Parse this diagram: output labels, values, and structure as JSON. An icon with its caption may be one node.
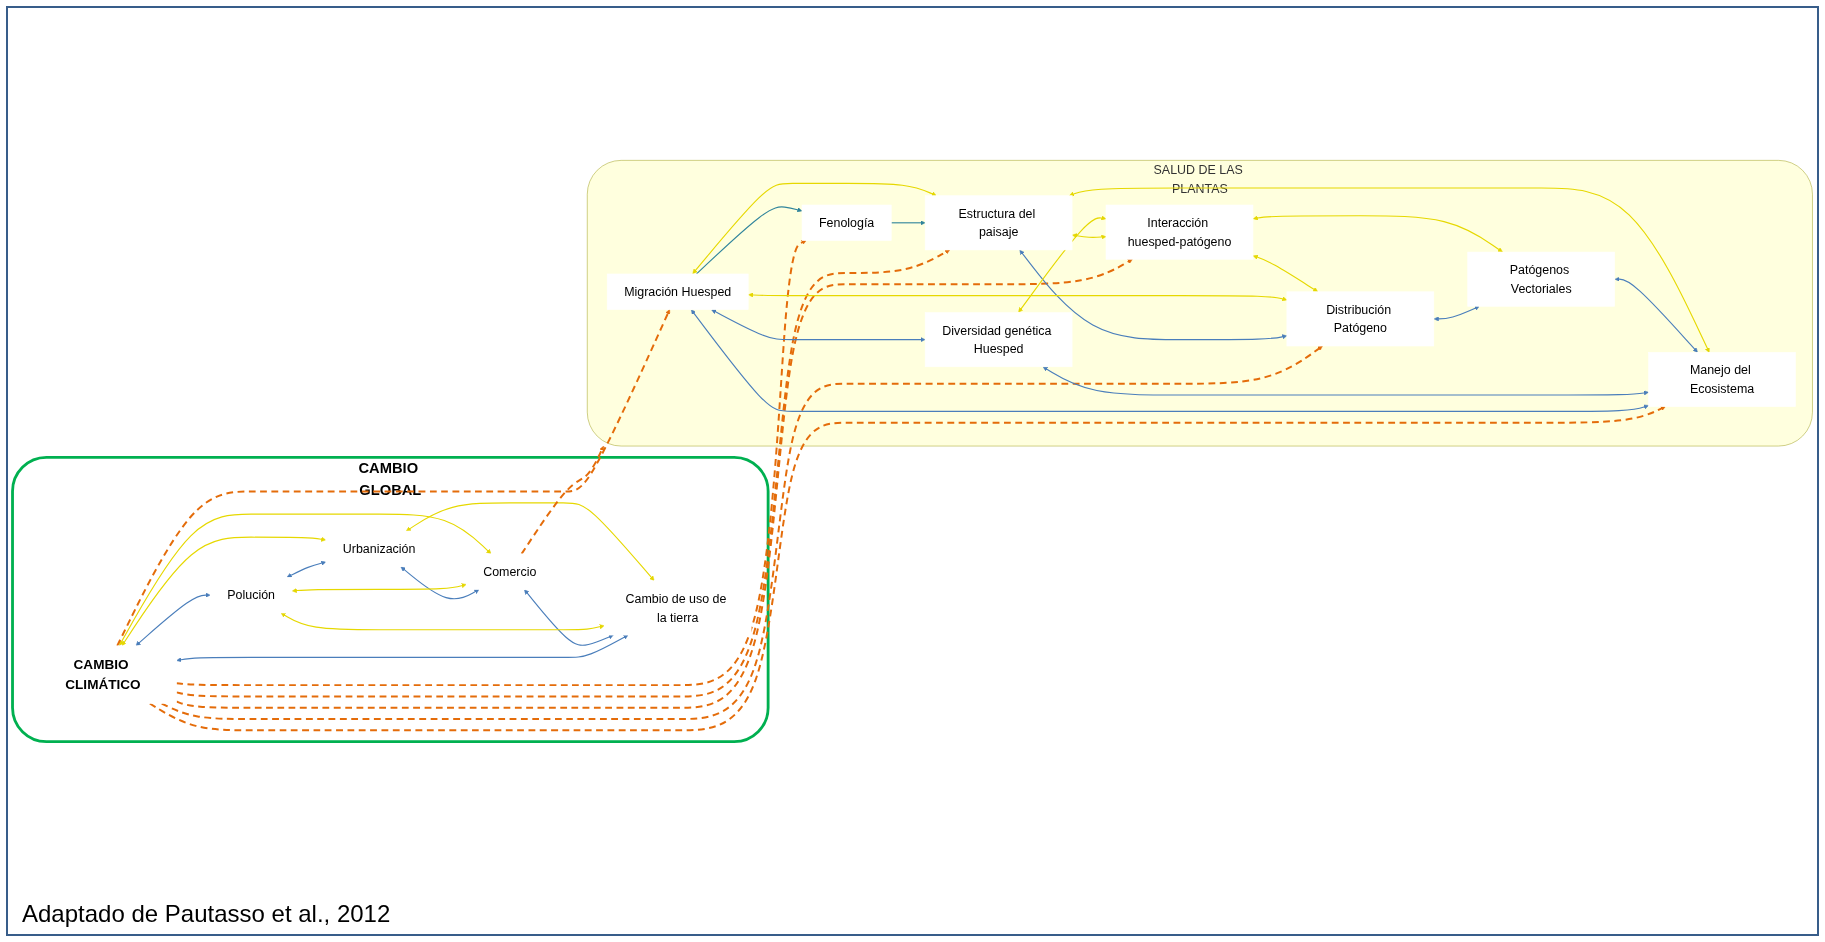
{
  "diagram": {
    "caption": "Adaptado de Pautasso et al., 2012",
    "nodes": [
      {
        "text": [
          "CAMBIO GLOBAL"
        ]
      },
      {
        "text": [
          "CAMBIO CLIMÁTICO"
        ],
        "in": 0
      },
      {
        "text": [
          "Polución"
        ],
        "in": 0
      },
      {
        "text": [
          "Cambio de uso de la tierra"
        ],
        "in": 0
      },
      {
        "text": [
          "Urbanización"
        ],
        "in": 0
      },
      {
        "text": [
          "Comercio"
        ],
        "in": 0
      },
      {
        "text": [
          "SALUD DE LAS PLANTAS"
        ]
      },
      {
        "text": [
          "Migración Huesped"
        ],
        "in": 6
      },
      {
        "text": [
          "Fenología"
        ],
        "in": 6
      },
      {
        "text": [
          "Diversidad genética Huesped"
        ],
        "in": 6
      },
      {
        "text": [
          "Estructura del paisaje"
        ],
        "in": 6
      },
      {
        "text": [
          "Interacción huesped-patógeno"
        ],
        "in": 6
      },
      {
        "text": [
          "Manejo del Ecosistema"
        ],
        "in": 6
      },
      {
        "text": [
          "Distribución Patógeno"
        ],
        "in": 6
      },
      {
        "text": [
          "Patógenos Vectoriales"
        ],
        "in": 6
      }
    ],
    "edges": [
      {
        "from": 1,
        "to": 2,
        "arrow": "both",
        "color": "#4a7ebb"
      },
      {
        "from": 1,
        "to": 3,
        "arrow": "both",
        "color": "#4a7ebb"
      },
      {
        "from": 2,
        "to": 4,
        "arrow": "both",
        "color": "#4a7ebb"
      },
      {
        "from": 4,
        "to": 5,
        "arrow": "both",
        "color": "#4a7ebb"
      },
      {
        "from": 5,
        "to": 3,
        "arrow": "both",
        "color": "#4a7ebb"
      },
      {
        "from": 2,
        "to": 5,
        "arrow": "both"
      },
      {
        "from": 2,
        "to": 3,
        "arrow": "both"
      },
      {
        "from": 1,
        "to": 5,
        "arrow": "both"
      },
      {
        "from": 1,
        "to": 4,
        "arrow": "both"
      },
      {
        "from": 3,
        "to": 4,
        "arrow": "both"
      },
      {
        "from": 1,
        "to": 7,
        "arrow": "to",
        "style": "dashed",
        "color": "#e46c0a"
      },
      {
        "from": 1,
        "to": 8,
        "arrow": "to",
        "style": "dashed",
        "color": "#e46c0a"
      },
      {
        "from": 1,
        "to": 10,
        "arrow": "to",
        "style": "dashed",
        "color": "#e46c0a"
      },
      {
        "from": 1,
        "to": 11,
        "arrow": "to",
        "style": "dashed",
        "color": "#e46c0a"
      },
      {
        "from": 1,
        "to": 12,
        "arrow": "to",
        "style": "dashed",
        "color": "#e46c0a"
      },
      {
        "from": 1,
        "to": 13,
        "arrow": "to",
        "style": "dashed",
        "color": "#e46c0a"
      },
      {
        "from": 5,
        "to": 6,
        "arrow": "to",
        "style": "dashed",
        "color": "#e46c0a"
      },
      {
        "from": 7,
        "to": 8,
        "arrow": "to",
        "color": "#31859c"
      },
      {
        "from": 8,
        "to": 10,
        "arrow": "to",
        "color": "#31859c"
      },
      {
        "from": 7,
        "to": 9,
        "arrow": "both",
        "color": "#4a7ebb"
      },
      {
        "from": 7,
        "to": 12,
        "arrow": "both",
        "color": "#4a7ebb"
      },
      {
        "from": 9,
        "to": 12,
        "arrow": "both",
        "color": "#4a7ebb"
      },
      {
        "from": 10,
        "to": 13,
        "arrow": "both",
        "color": "#4a7ebb"
      },
      {
        "from": 13,
        "to": 14,
        "arrow": "both",
        "color": "#4a7ebb"
      },
      {
        "from": 14,
        "to": 12,
        "arrow": "both",
        "color": "#4a7ebb"
      },
      {
        "from": 7,
        "to": 10,
        "arrow": "both"
      },
      {
        "from": 7,
        "to": 13,
        "arrow": "both"
      },
      {
        "from": 10,
        "to": 11,
        "arrow": "both"
      },
      {
        "from": 9,
        "to": 11,
        "arrow": "both"
      },
      {
        "from": 11,
        "to": 13,
        "arrow": "both"
      },
      {
        "from": 10,
        "to": 12,
        "arrow": "both"
      },
      {
        "from": 11,
        "to": 14,
        "arrow": "both"
      }
    ]
  }
}
